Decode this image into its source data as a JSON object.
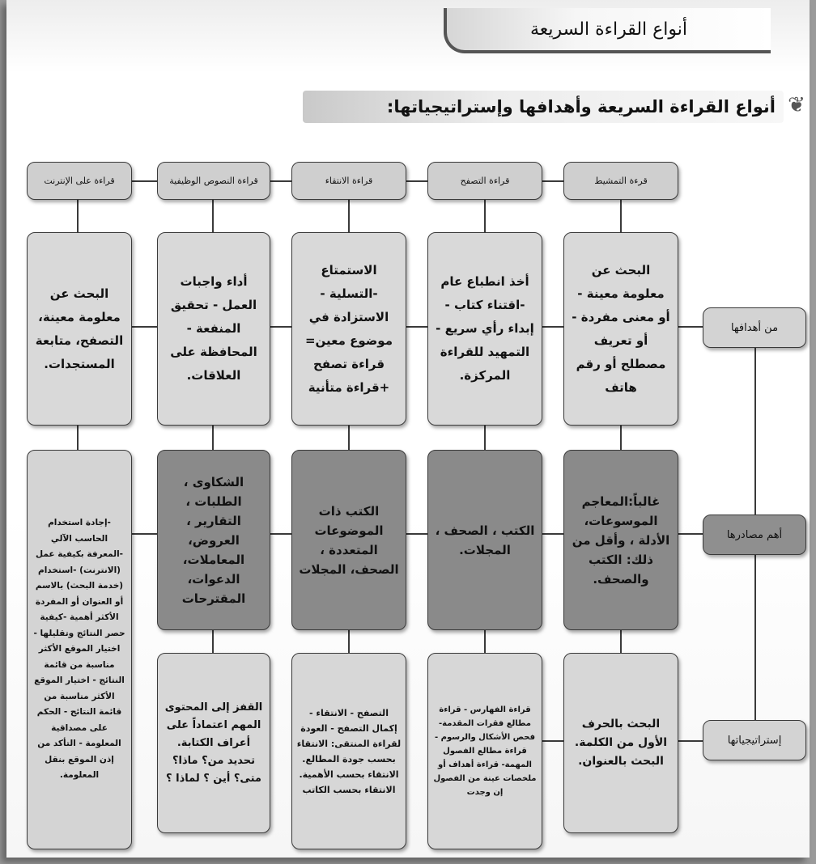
{
  "title": "أنواع القراءة السريعة",
  "subtitle": "أنواع القراءة السريعة وأهدافها وإستراتيجياتها:",
  "row_labels": {
    "goals": "من أهدافها",
    "sources": "أهم مصادرها",
    "strategies": "إستراتيجياتها"
  },
  "columns": [
    {
      "header": "قرءة التمشيط",
      "goals": "البحث عن معلومة معينة - أو معنى مفردة - أو تعريف مصطلح أو رقم هاتف",
      "sources": "غالباً:المعاجم الموسوعات، الأدلة ، وأقل من ذلك: الكتب والصحف.",
      "strategies": "البحث بالحرف الأول من الكلمة. البحث بالعنوان."
    },
    {
      "header": "قراءة التصفح",
      "goals": "أخذ انطباع عام -اقتناء كتاب - إبداء رأي سريع - التمهيد للقراءة المركزة.",
      "sources": "الكتب ، الصحف ، المجلات.",
      "strategies": "قراءة الفهارس - قراءة مطالع فقرات المقدمة- فحص الأشكال والرسوم - قراءة مطالع الفصول المهمة- قراءة أهداف أو ملخصات عينة من الفصول إن وجدت"
    },
    {
      "header": "قراءة الانتقاء",
      "goals": "الاستمتاع -التسلية - الاستزادة في موضوع معين= قراءة تصفح +قراءة متأنية",
      "sources": "الكتب ذات الموضوعات المتعددة ، الصحف، المجلات",
      "strategies": "التصفح - الانتقاء - إكمال التصفح - العودة لقراءة المنتقى: الانتقاء بحسب جودة المطالع. الانتقاء بحسب الأهمية. الانتقاء بحسب الكاتب"
    },
    {
      "header": "قراءة النصوص الوظيفية",
      "goals": "أداء واجبات العمل - تحقيق المنفعة - المحافظة على العلاقات.",
      "sources": "الشكاوى ، الطلبات ، التقارير ، العروض، المعاملات، الدعوات، المقترحات",
      "strategies": "القفز إلى المحتوى المهم اعتماداً على أعراف الكتابة. تحديد من؟ ماذا؟متى؟ أين ؟ لماذا ؟"
    },
    {
      "header": "قراءة على الإنترنت",
      "goals": "البحث عن معلومة معينة، التصفح، متابعة المستجدات.",
      "sources": "-إجادة استخدام الحاسب الآلي -المعرفة بكيفية عمل (الانترنت) -استخدام (خدمة البحث) بالاسم أو العنوان أو المفردة الأكثر أهمية -كيفية حصر النتائج وتقليلها - اختيار الموقع الأكثر مناسبة من قائمة النتائج - اختيار الموقع الأكثر مناسبة من قائمة النتائج - الحكم على مصداقية المعلومة - التأكد من إذن الموقع بنقل المعلومة."
    }
  ],
  "colors": {
    "box_light": "#d9d9d9",
    "box_dark": "#8a8a8a",
    "line": "#3a3a3a"
  }
}
